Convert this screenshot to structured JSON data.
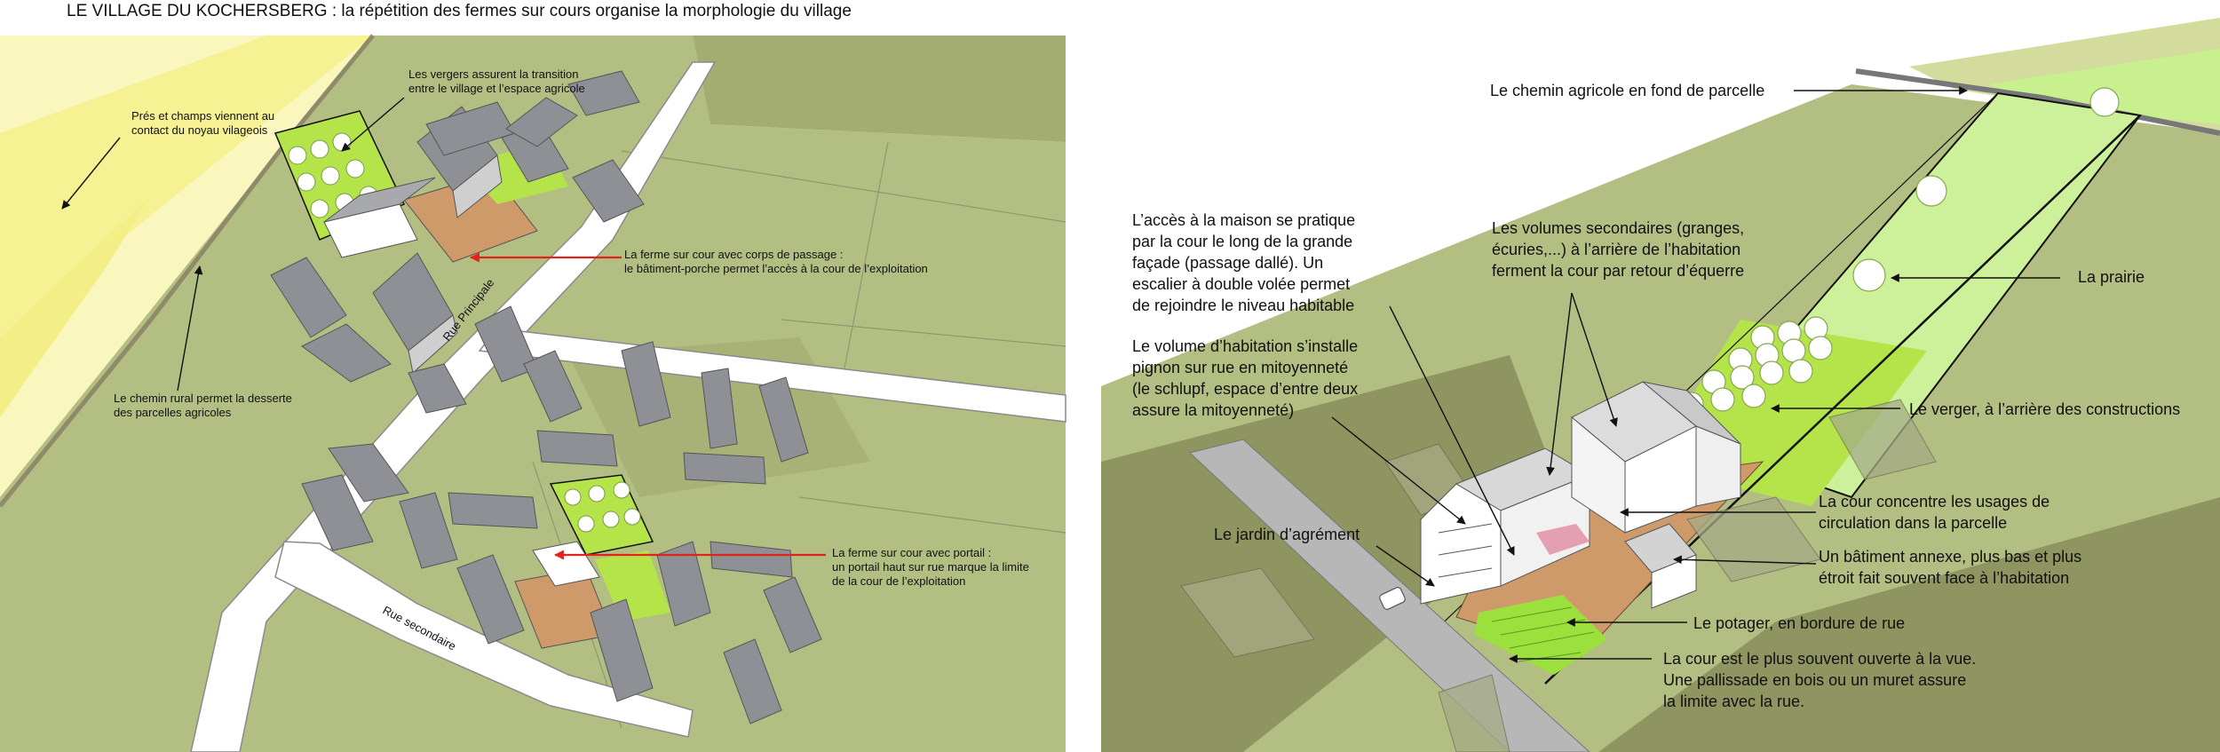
{
  "title": "LE VILLAGE DU KOCHERSBERG : la répétition des fermes sur cours organise la morphologie du village",
  "left": {
    "streets": {
      "main": "Rue Principale",
      "secondary": "Rue secondaire"
    },
    "annotations": [
      {
        "id": "vergers",
        "lines": [
          "Les vergers assurent la transition",
          "entre le village et l’espace agricole"
        ]
      },
      {
        "id": "pres",
        "lines": [
          "Prés et champs viennent au",
          "contact du noyau vilageois"
        ]
      },
      {
        "id": "corps-passage",
        "lines": [
          "La ferme sur cour avec corps de passage :",
          "le bâtiment-porche permet l’accès à la cour de l’exploitation"
        ]
      },
      {
        "id": "chemin-rural",
        "lines": [
          "Le chemin rural permet la desserte",
          "des parcelles agricoles"
        ]
      },
      {
        "id": "portail",
        "lines": [
          "La ferme sur cour avec portail :",
          "un portail haut sur rue marque la limite",
          "de la cour de l’exploitation"
        ]
      }
    ]
  },
  "right": {
    "annotations": [
      {
        "id": "chemin-agricole",
        "lines": [
          "Le chemin agricole en fond de parcelle"
        ]
      },
      {
        "id": "acces-maison",
        "lines": [
          "L’accès à la maison se pratique",
          "par la cour le long de la grande",
          "façade (passage dallé). Un",
          "escalier à double volée permet",
          "de rejoindre le niveau habitable"
        ]
      },
      {
        "id": "volumes-secondaires",
        "lines": [
          "Les volumes secondaires (granges,",
          "écuries,...) à l’arrière de l’habitation",
          "ferment la cour par retour d’équerre"
        ]
      },
      {
        "id": "prairie",
        "lines": [
          "La prairie"
        ]
      },
      {
        "id": "habitation",
        "lines": [
          "Le volume d’habitation s’installe",
          "pignon sur rue en mitoyenneté",
          "(le schlupf, espace d’entre deux",
          "assure la mitoyenneté)"
        ]
      },
      {
        "id": "verger",
        "lines": [
          "Le verger, à l’arrière des constructions"
        ]
      },
      {
        "id": "cour-usages",
        "lines": [
          "La cour concentre les usages de",
          "circulation dans la parcelle"
        ]
      },
      {
        "id": "jardin",
        "lines": [
          "Le jardin d’agrément"
        ]
      },
      {
        "id": "annexe",
        "lines": [
          "Un bâtiment annexe, plus bas et plus",
          "étroit fait souvent face à l’habitation"
        ]
      },
      {
        "id": "potager",
        "lines": [
          "Le potager, en bordure de rue"
        ]
      },
      {
        "id": "cour-ouverte",
        "lines": [
          "La cour est le plus souvent ouverte à la vue.",
          "Une pallissade en bois ou un muret assure",
          "la limite avec la rue."
        ]
      }
    ]
  },
  "colors": {
    "field_yellow": "#f6f193",
    "field_yellow_light": "#f9f6be",
    "meadow": "#b3be83",
    "meadow_dark": "#98a266",
    "orchard": "#b4e34a",
    "prairie": "#cdf19a",
    "courtyard": "#cf9a6a",
    "roof": "#8f9095",
    "arrow_red": "#e1231c"
  }
}
